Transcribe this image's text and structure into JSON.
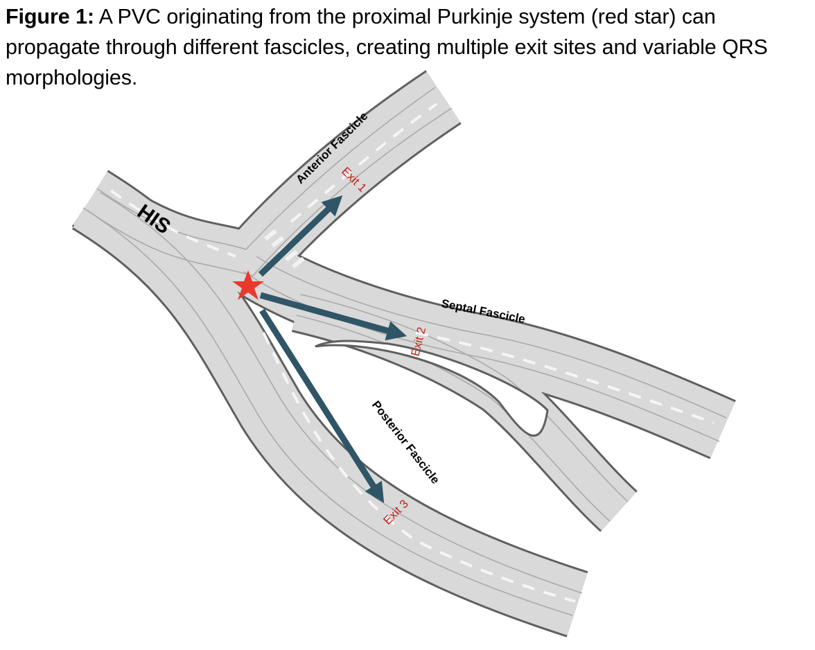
{
  "caption": {
    "prefix": "Figure 1:",
    "text": " A PVC originating from the proximal Purkinje system (red star) can propagate through different fascicles, creating multiple exit sites and variable QRS morphologies."
  },
  "labels": {
    "his": "HIS",
    "anterior": "Anterior Fascicle",
    "septal": "Septal Fascicle",
    "posterior": "Posterior Fascicle",
    "exit1": "Exit 1",
    "exit2": "Exit 2",
    "exit3": "Exit 3"
  },
  "colors": {
    "road_fill": "#d9d9d9",
    "road_edge": "#5f5f5f",
    "lane_line": "#a9a9a9",
    "dash": "#f5f5f5",
    "arrow": "#2f5567",
    "star": "#e8392c",
    "exit_text": "#c0241c"
  }
}
